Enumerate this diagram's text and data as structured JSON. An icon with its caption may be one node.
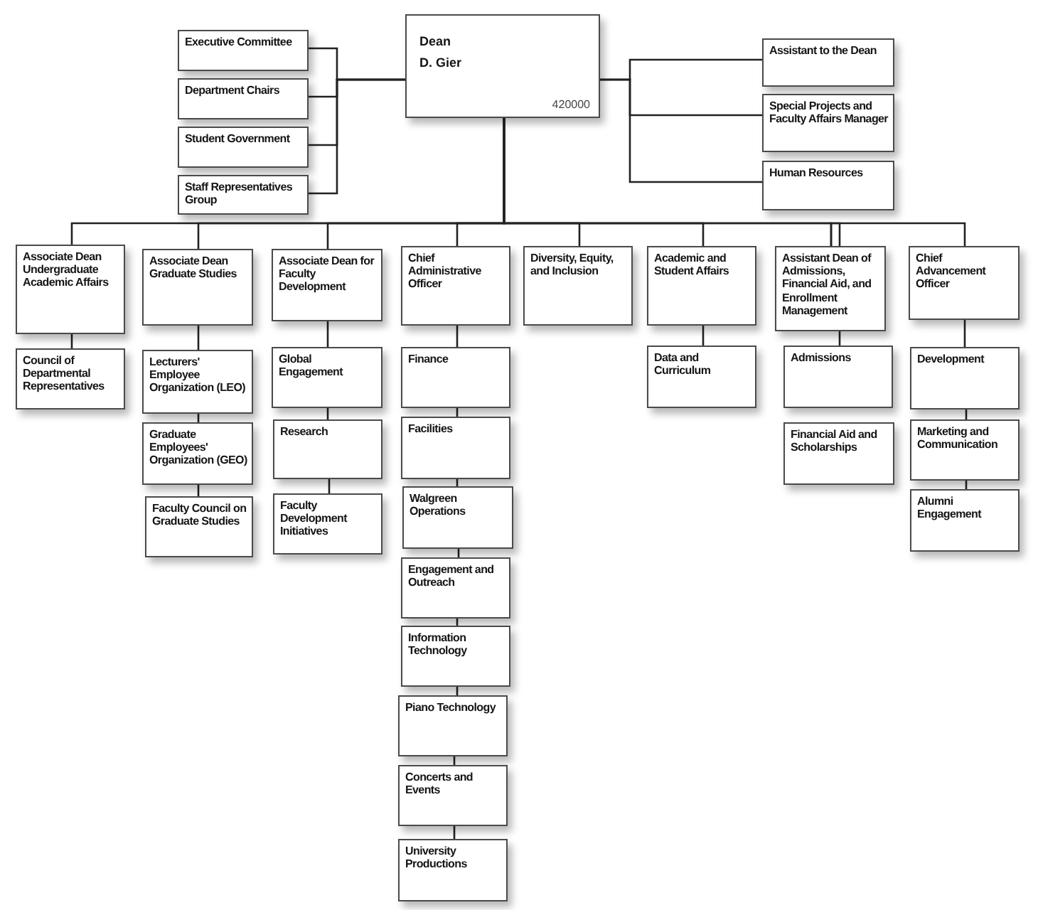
{
  "diagram": {
    "nodes": [
      {
        "text": [
          "Dean",
          "D. Gier",
          "420000"
        ]
      },
      {
        "text": [
          "Executive Committee"
        ]
      },
      {
        "text": [
          "Department Chairs"
        ]
      },
      {
        "text": [
          "Student Government"
        ]
      },
      {
        "text": [
          "Staff Representatives Group"
        ]
      },
      {
        "text": [
          "Assistant to the Dean"
        ]
      },
      {
        "text": [
          "Special Projects and Faculty Affairs Manager"
        ]
      },
      {
        "text": [
          "Human Resources"
        ]
      },
      {
        "text": [
          "Associate Dean Undergraduate Academic Affairs"
        ]
      },
      {
        "text": [
          "Council of Departmental Representatives"
        ]
      },
      {
        "text": [
          "Associate Dean Graduate Studies"
        ]
      },
      {
        "text": [
          "Lecturers' Employee Organization (LEO)"
        ]
      },
      {
        "text": [
          "Graduate Employees' Organization (GEO)"
        ]
      },
      {
        "text": [
          "Faculty Council on Graduate Studies"
        ]
      },
      {
        "text": [
          "Associate Dean for Faculty Development"
        ]
      },
      {
        "text": [
          "Global Engagement"
        ]
      },
      {
        "text": [
          "Research"
        ]
      },
      {
        "text": [
          "Faculty Development Initiatives"
        ]
      },
      {
        "text": [
          "Chief Administrative Officer"
        ]
      },
      {
        "text": [
          "Finance"
        ]
      },
      {
        "text": [
          "Facilities"
        ]
      },
      {
        "text": [
          "Walgreen Operations"
        ]
      },
      {
        "text": [
          "Engagement and Outreach"
        ]
      },
      {
        "text": [
          "Information Technology"
        ]
      },
      {
        "text": [
          "Piano Technology"
        ]
      },
      {
        "text": [
          "Concerts and Events"
        ]
      },
      {
        "text": [
          "University Productions"
        ]
      },
      {
        "text": [
          "Diversity, Equity, and Inclusion"
        ]
      },
      {
        "text": [
          "Academic and Student Affairs"
        ]
      },
      {
        "text": [
          "Data and Curriculum"
        ]
      },
      {
        "text": [
          "Assistant Dean of Admissions, Financial Aid, and Enrollment Management"
        ]
      },
      {
        "text": [
          "Admissions"
        ]
      },
      {
        "text": [
          "Financial Aid and Scholarships"
        ]
      },
      {
        "text": [
          "Chief Advancement Officer"
        ]
      },
      {
        "text": [
          "Development"
        ]
      },
      {
        "text": [
          "Marketing and Communication"
        ]
      },
      {
        "text": [
          "Alumni Engagement"
        ]
      }
    ],
    "edges": [
      {
        "from": 0,
        "to": 1,
        "arrow": "none"
      },
      {
        "from": 0,
        "to": 2,
        "arrow": "none"
      },
      {
        "from": 0,
        "to": 3,
        "arrow": "none"
      },
      {
        "from": 0,
        "to": 4,
        "arrow": "none"
      },
      {
        "from": 0,
        "to": 5,
        "arrow": "none"
      },
      {
        "from": 0,
        "to": 6,
        "arrow": "none"
      },
      {
        "from": 0,
        "to": 7,
        "arrow": "none"
      },
      {
        "from": 0,
        "to": 8,
        "arrow": "none"
      },
      {
        "from": 0,
        "to": 10,
        "arrow": "none"
      },
      {
        "from": 0,
        "to": 14,
        "arrow": "none"
      },
      {
        "from": 0,
        "to": 18,
        "arrow": "none"
      },
      {
        "from": 0,
        "to": 27,
        "arrow": "none"
      },
      {
        "from": 0,
        "to": 28,
        "arrow": "none"
      },
      {
        "from": 0,
        "to": 30,
        "arrow": "none"
      },
      {
        "from": 0,
        "to": 33,
        "arrow": "none"
      },
      {
        "from": 8,
        "to": 9,
        "arrow": "none"
      },
      {
        "from": 10,
        "to": 11,
        "arrow": "none"
      },
      {
        "from": 11,
        "to": 12,
        "arrow": "none"
      },
      {
        "from": 12,
        "to": 13,
        "arrow": "none"
      },
      {
        "from": 14,
        "to": 15,
        "arrow": "none"
      },
      {
        "from": 15,
        "to": 16,
        "arrow": "none"
      },
      {
        "from": 16,
        "to": 17,
        "arrow": "none"
      },
      {
        "from": 18,
        "to": 19,
        "arrow": "none"
      },
      {
        "from": 19,
        "to": 20,
        "arrow": "none"
      },
      {
        "from": 20,
        "to": 21,
        "arrow": "none"
      },
      {
        "from": 21,
        "to": 22,
        "arrow": "none"
      },
      {
        "from": 22,
        "to": 23,
        "arrow": "none"
      },
      {
        "from": 23,
        "to": 24,
        "arrow": "none"
      },
      {
        "from": 24,
        "to": 25,
        "arrow": "none"
      },
      {
        "from": 25,
        "to": 26,
        "arrow": "none"
      },
      {
        "from": 28,
        "to": 29,
        "arrow": "none"
      },
      {
        "from": 30,
        "to": 31,
        "arrow": "none"
      },
      {
        "from": 33,
        "to": 34,
        "arrow": "none"
      },
      {
        "from": 34,
        "to": 35,
        "arrow": "none"
      },
      {
        "from": 35,
        "to": 36,
        "arrow": "none"
      }
    ]
  }
}
